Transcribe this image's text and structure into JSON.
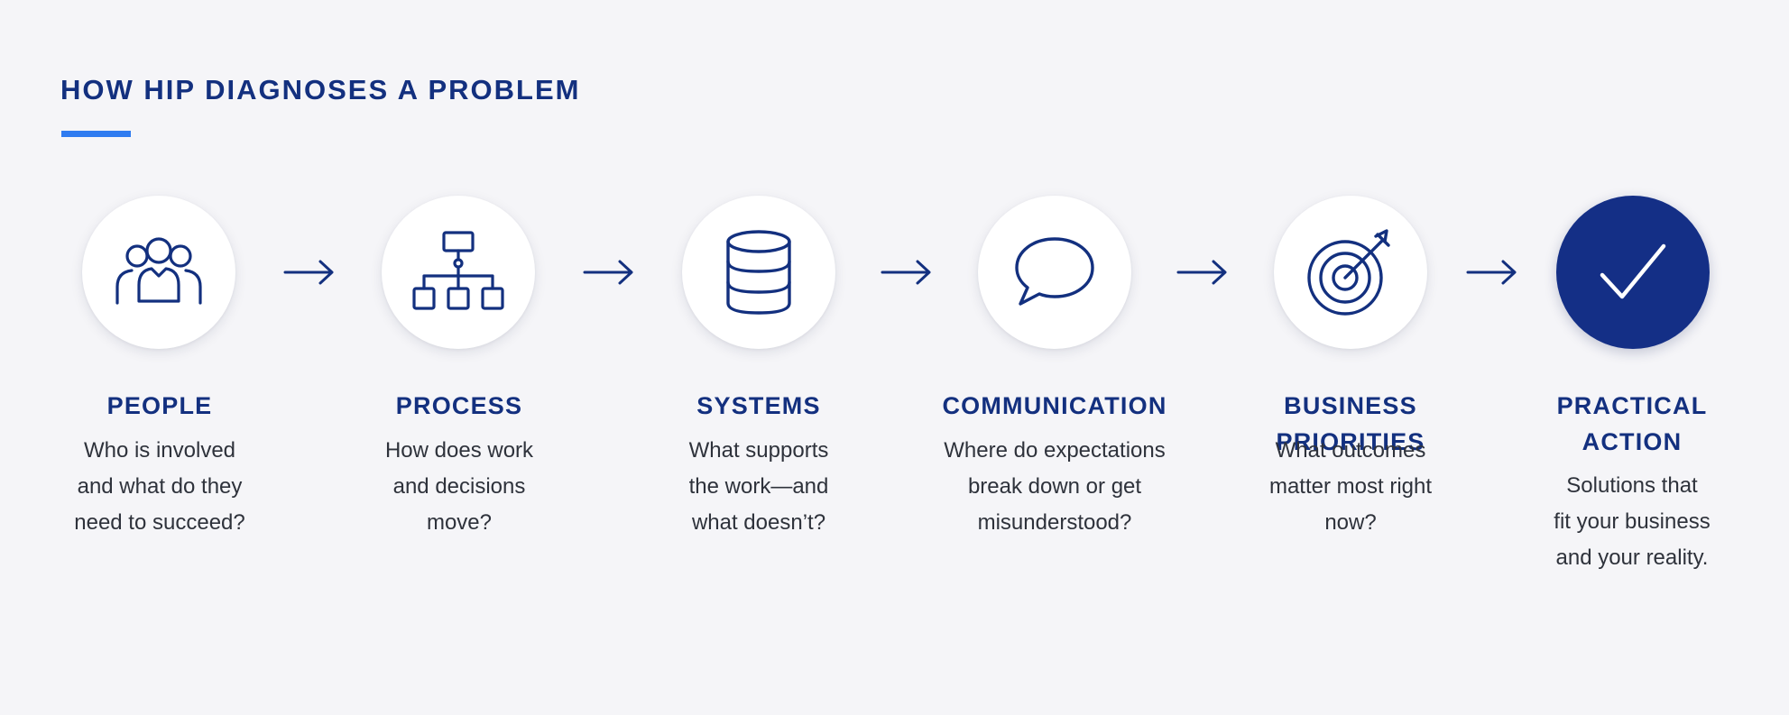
{
  "title": "HOW HIP DIAGNOSES A PROBLEM",
  "colors": {
    "primary": "#13307f",
    "accent_rule": "#2f7bf0",
    "final_circle": "#142f86",
    "background": "#f5f5f8"
  },
  "steps": [
    {
      "icon": "people-icon",
      "title": "PEOPLE",
      "desc": [
        "Who is involved",
        "and what do they",
        "need to succeed?"
      ]
    },
    {
      "icon": "org-chart-icon",
      "title": "PROCESS",
      "desc": [
        "How does work",
        "and decisions",
        "move?"
      ]
    },
    {
      "icon": "database-icon",
      "title": "SYSTEMS",
      "desc": [
        "What supports",
        "the work—and",
        "what doesn’t?"
      ]
    },
    {
      "icon": "speech-bubble-icon",
      "title": "COMMUNICATION",
      "desc": [
        "Where do expectations",
        "break down or get",
        "misunderstood?"
      ]
    },
    {
      "icon": "target-icon",
      "title": "BUSINESS PRIORITIES",
      "desc": [
        "What outcomes",
        "matter most right",
        "now?"
      ]
    },
    {
      "icon": "checkmark-icon",
      "title_lines": [
        "PRACTICAL",
        "ACTION"
      ],
      "desc": [
        "Solutions that",
        "fit your business",
        "and your reality."
      ]
    }
  ]
}
